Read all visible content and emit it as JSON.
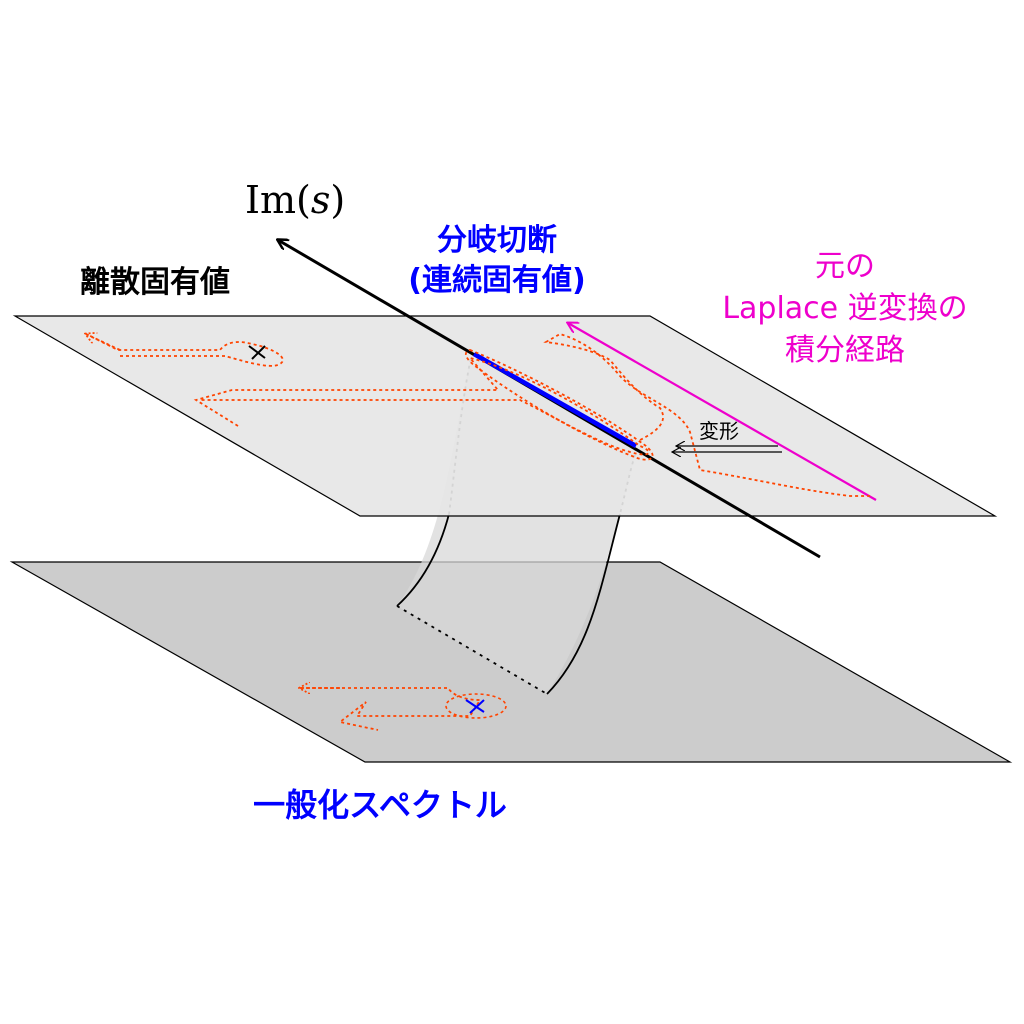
{
  "axis_label": {
    "prefix": "Im(",
    "var": "s",
    "suffix": ")"
  },
  "labels": {
    "discrete": "離散固有値",
    "branch_cut_line1": "分岐切断",
    "branch_cut_line2": "(連続固有値)",
    "original_line1": "元の",
    "original_line2": "Laplace 逆変換の",
    "original_line3": "積分経路",
    "deform": "変形",
    "generalized": "一般化スペクトル"
  },
  "colors": {
    "upper_plane": "#e6e6e6",
    "lower_plane": "#cccccc",
    "path": "#ff4400",
    "magenta": "#ee00cc",
    "blue": "#0000ff",
    "black": "#000000"
  }
}
